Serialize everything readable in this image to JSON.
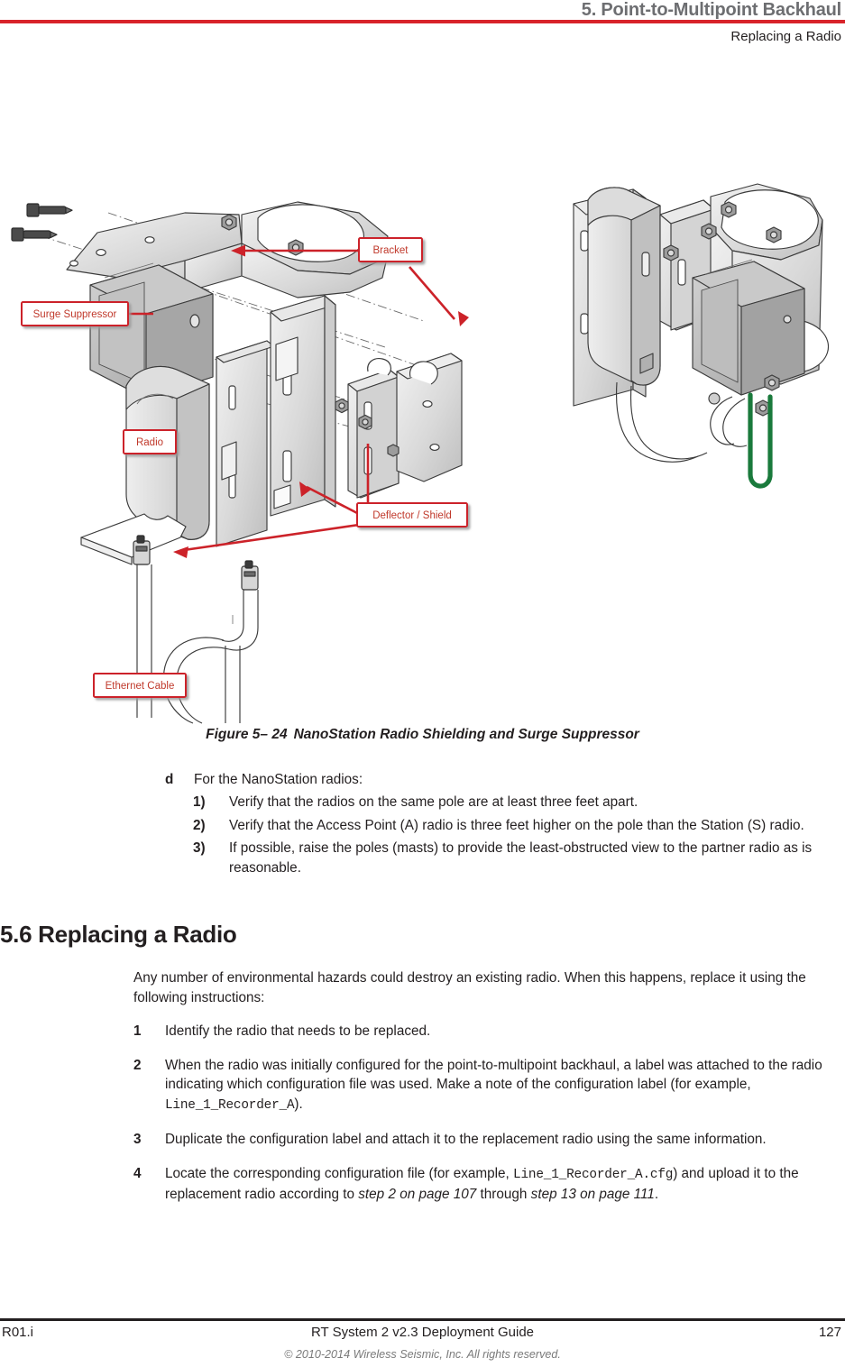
{
  "header": {
    "chapter": "5. Point-to-Multipoint Backhaul",
    "section": "Replacing a Radio",
    "rule_color": "#d8232a"
  },
  "figure": {
    "caption_number": "Figure 5– 24",
    "caption_title": "NanoStation Radio Shielding and Surge Suppressor",
    "callouts": [
      {
        "id": "bracket",
        "label": "Bracket"
      },
      {
        "id": "surge-suppressor",
        "label": "Surge Suppressor"
      },
      {
        "id": "radio",
        "label": "Radio"
      },
      {
        "id": "deflector-shield",
        "label": "Deflector / Shield"
      },
      {
        "id": "ethernet-cable",
        "label": "Ethernet Cable"
      }
    ],
    "callout_color": "#c0392b",
    "ground_wire_color": "#1a7a3c"
  },
  "lettered_item": {
    "marker": "d",
    "text": "For the NanoStation radios:"
  },
  "sub_steps": [
    {
      "marker": "1)",
      "text": "Verify that the radios on the same pole are at least three feet apart."
    },
    {
      "marker": "2)",
      "text": "Verify that the Access Point (A) radio is three feet higher on the pole than the Station (S) radio."
    },
    {
      "marker": "3)",
      "text": "If possible, raise the poles (masts) to provide the least-obstructed view to the partner radio as is reasonable."
    }
  ],
  "section": {
    "heading": "5.6 Replacing a Radio",
    "intro": "Any number of environmental hazards could destroy an existing radio. When this happens, replace it using the following instructions:"
  },
  "steps": [
    {
      "marker": "1",
      "parts": [
        {
          "type": "text",
          "value": "Identify the radio that needs to be replaced."
        }
      ]
    },
    {
      "marker": "2",
      "parts": [
        {
          "type": "text",
          "value": "When the radio was initially configured for the point-to-multipoint backhaul, a label was attached to the radio indicating which configuration file was used. Make a note of the configuration label (for example, "
        },
        {
          "type": "mono",
          "value": "Line_1_Recorder_A"
        },
        {
          "type": "text",
          "value": ")."
        }
      ]
    },
    {
      "marker": "3",
      "parts": [
        {
          "type": "text",
          "value": "Duplicate the configuration label and attach it to the replacement radio using the same information."
        }
      ]
    },
    {
      "marker": "4",
      "parts": [
        {
          "type": "text",
          "value": "Locate the corresponding configuration file (for example, "
        },
        {
          "type": "mono",
          "value": "Line_1_Recorder_A.cfg"
        },
        {
          "type": "text",
          "value": ") and upload it to the replacement radio according to "
        },
        {
          "type": "xref",
          "value": "step 2 on page 107"
        },
        {
          "type": "text",
          "value": " through "
        },
        {
          "type": "xref",
          "value": "step 13 on page 111"
        },
        {
          "type": "text",
          "value": "."
        }
      ]
    }
  ],
  "footer": {
    "revision": "R01.i",
    "guide_title": "RT System 2 v2.3 Deployment Guide",
    "page_number": "127",
    "copyright": "© 2010-2014 Wireless Seismic, Inc. All rights reserved."
  }
}
